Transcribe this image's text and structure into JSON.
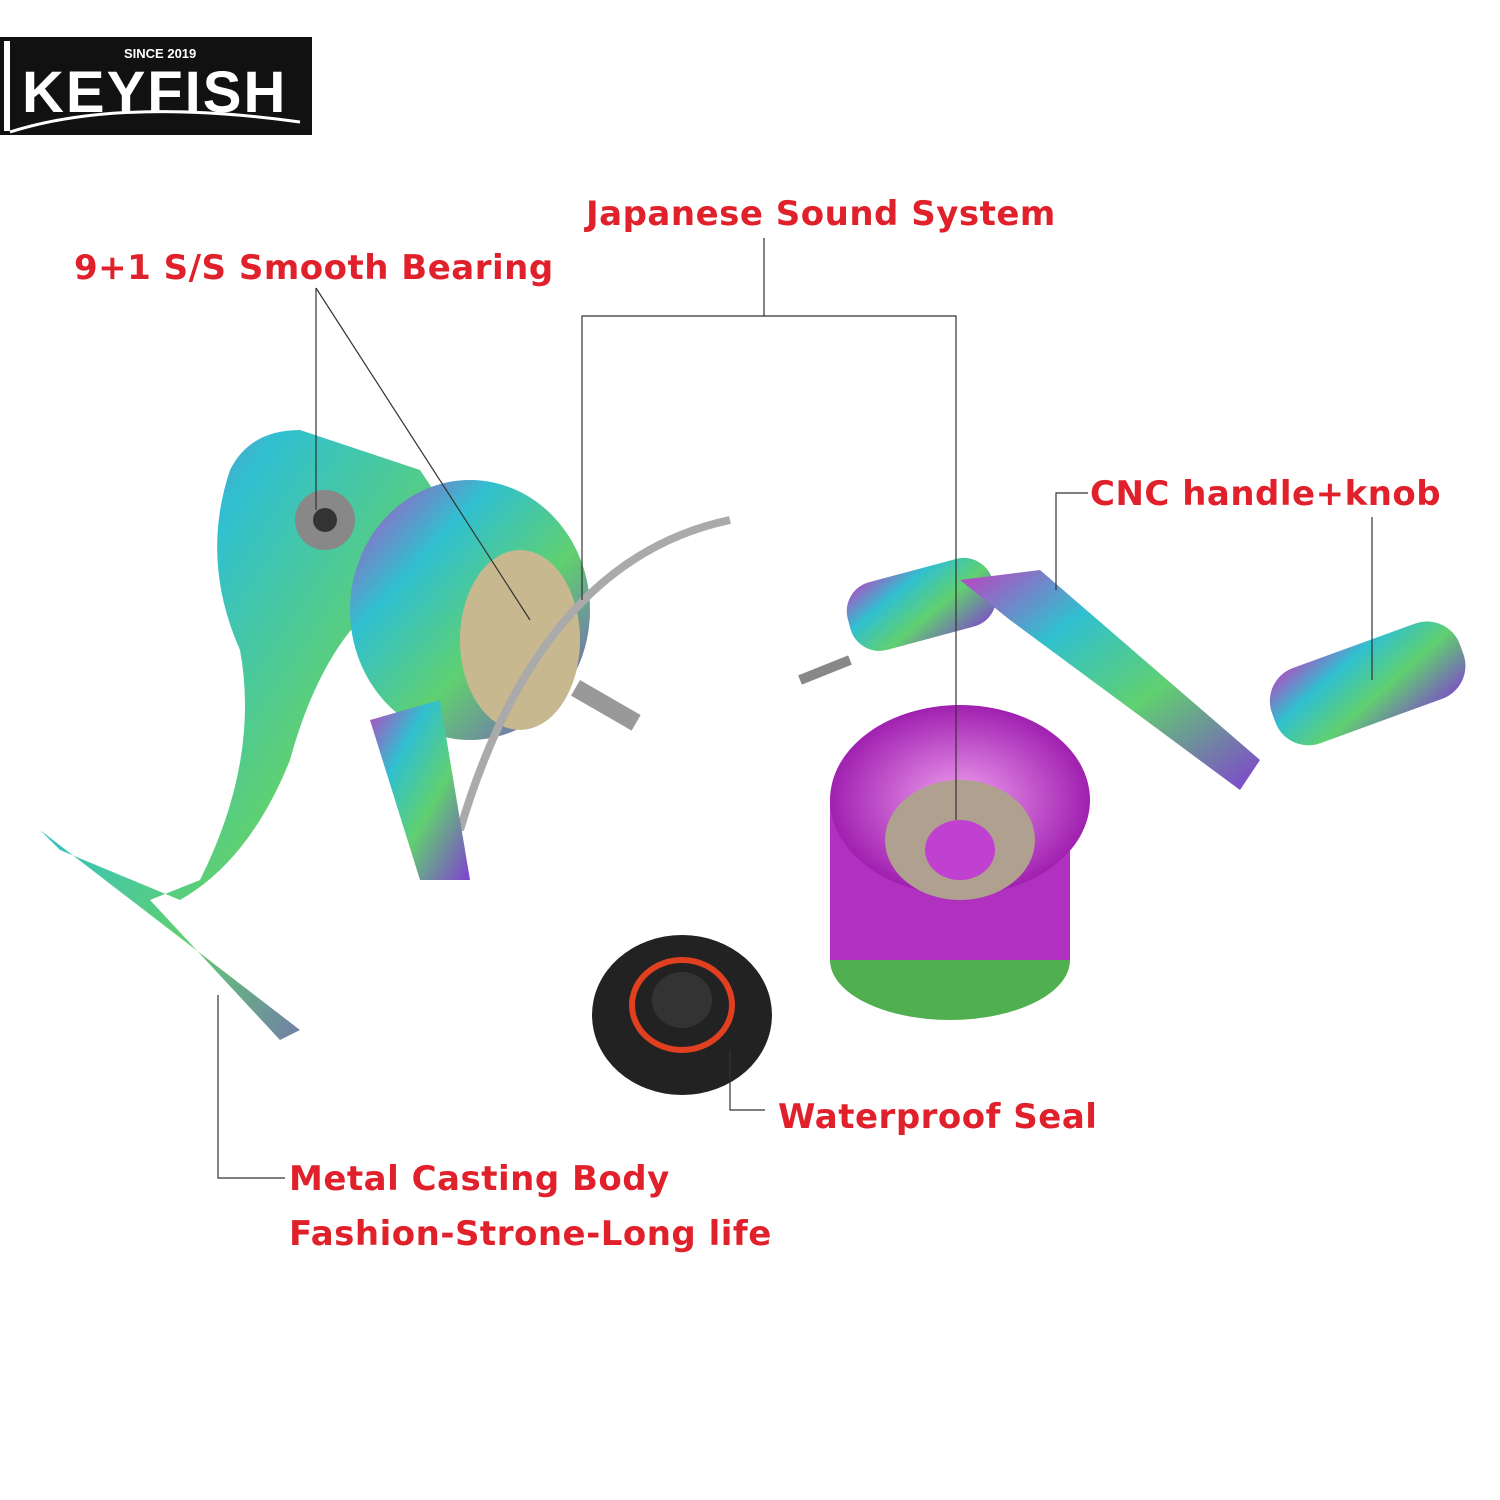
{
  "logo": {
    "brand": "KEYFISH",
    "since": "SINCE 2019"
  },
  "labels": {
    "bearing": "9+1 S/S Smooth Bearing",
    "sound": "Japanese Sound System",
    "handle": "CNC handle+knob",
    "seal": "Waterproof Seal",
    "body_line1": "Metal Casting Body",
    "body_line2": "Fashion-Strone-Long life"
  },
  "colors": {
    "label": "#e0202a",
    "leader": "#333333"
  }
}
